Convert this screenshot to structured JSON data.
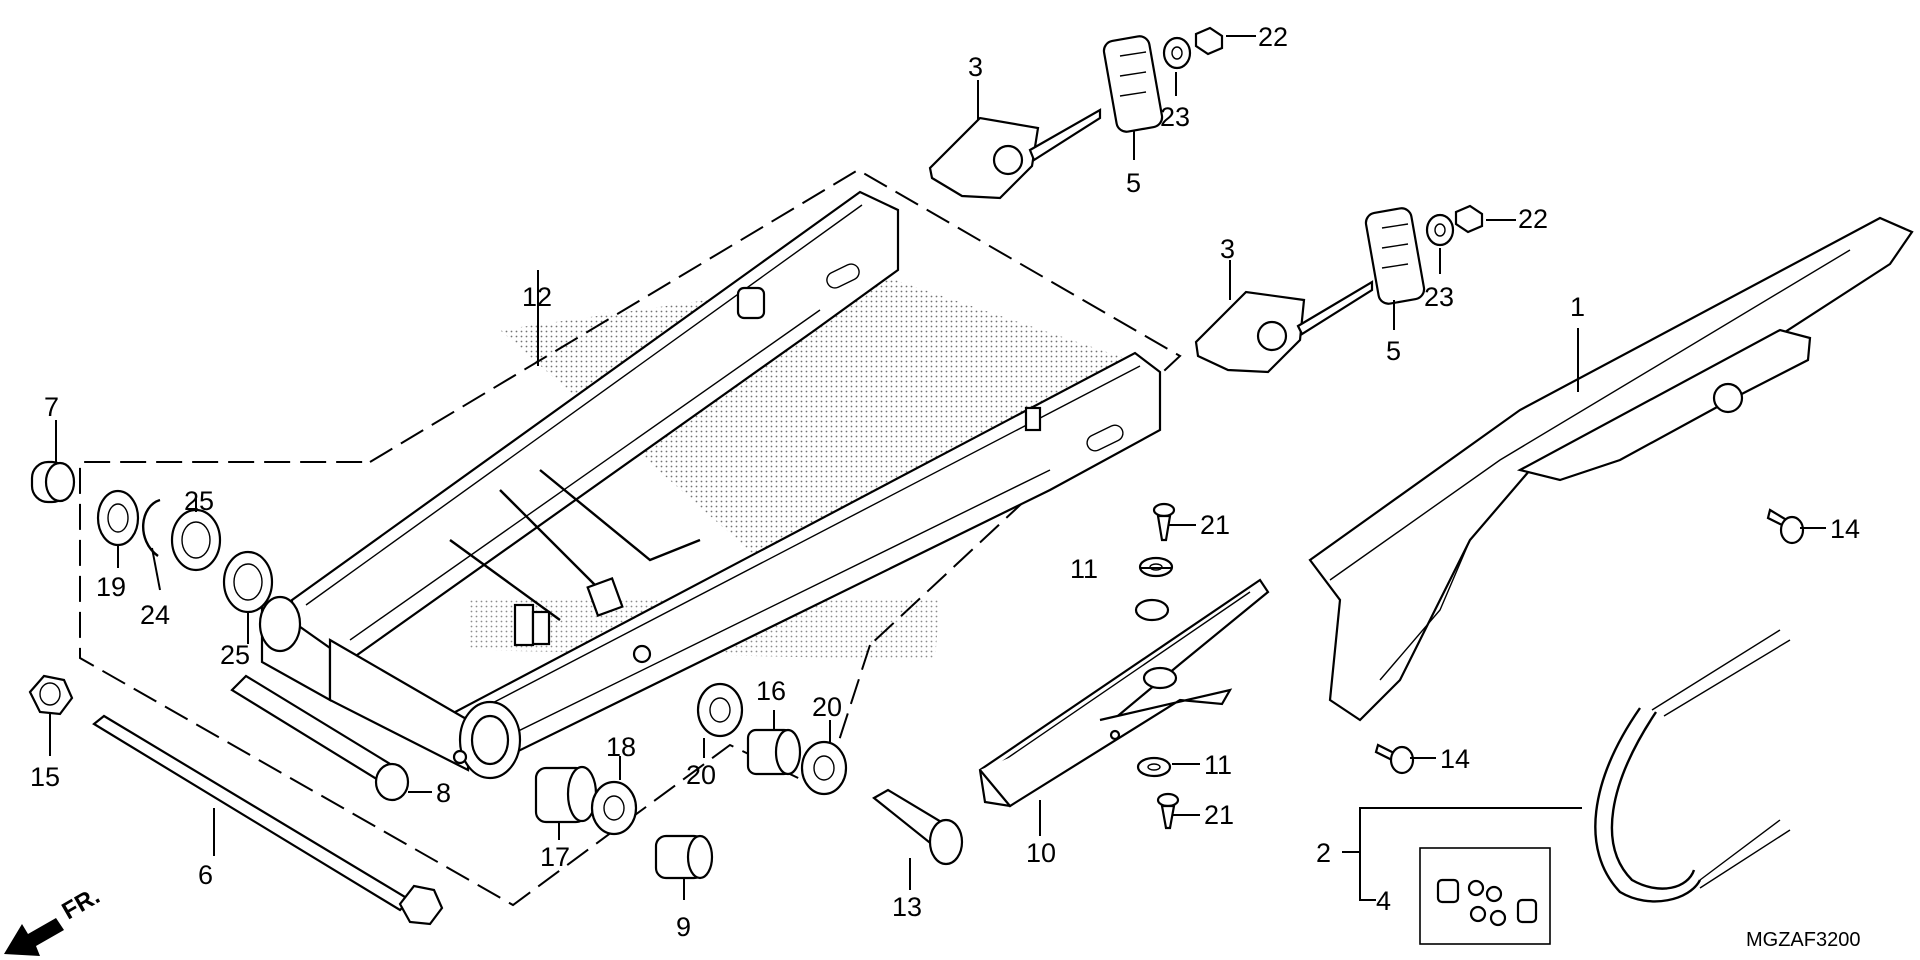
{
  "diagram": {
    "part_code": "MGZAF3200",
    "front_marker": "FR.",
    "callouts": {
      "c1": "1",
      "c2": "2",
      "c3a": "3",
      "c3b": "3",
      "c4": "4",
      "c5a": "5",
      "c5b": "5",
      "c6": "6",
      "c7": "7",
      "c8": "8",
      "c9": "9",
      "c10": "10",
      "c11a": "11",
      "c11b": "11",
      "c12": "12",
      "c13": "13",
      "c14a": "14",
      "c14b": "14",
      "c15": "15",
      "c16": "16",
      "c17": "17",
      "c18": "18",
      "c19": "19",
      "c20a": "20",
      "c20b": "20",
      "c21a": "21",
      "c21b": "21",
      "c22a": "22",
      "c22b": "22",
      "c23a": "23",
      "c23b": "23",
      "c24": "24",
      "c25a": "25",
      "c25b": "25"
    }
  }
}
